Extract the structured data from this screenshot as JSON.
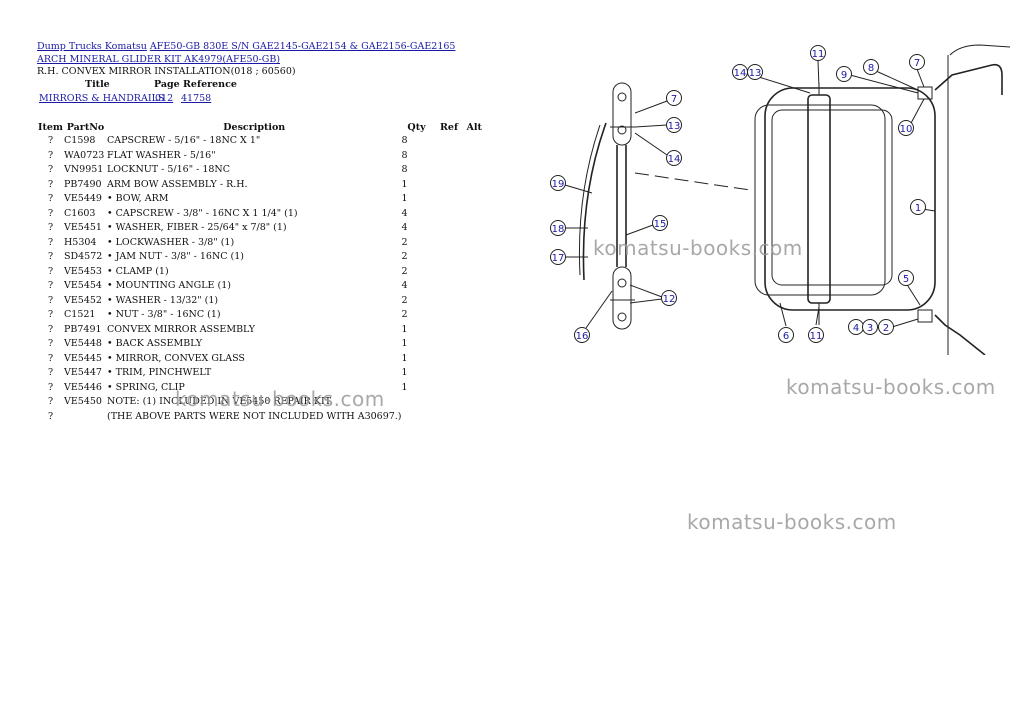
{
  "breadcrumb": {
    "root": "Dump Trucks Komatsu",
    "model": "AFE50-GB 830E S/N GAE2145-GAE2154 & GAE2156-GAE2165 ARCH MINERAL GLIDER KIT AK4979(AFE50-GB)"
  },
  "subtitle": "R.H. CONVEX MIRROR INSTALLATION(018 ; 60560)",
  "reference": {
    "title_header": "Title",
    "page_ref_header": "Page Reference",
    "title": "MIRRORS & HANDRAILS",
    "page": "012",
    "ref": "41758"
  },
  "table": {
    "headers": {
      "item": "Item",
      "part": "PartNo",
      "desc": "Description",
      "qty": "Qty",
      "ref": "Ref",
      "alt": "Alt"
    },
    "rows": [
      {
        "item": "?",
        "part": "C1598",
        "desc": "CAPSCREW - 5/16\" - 18NC X 1\"",
        "qty": "8"
      },
      {
        "item": "?",
        "part": "WA0723",
        "desc": "FLAT WASHER - 5/16\"",
        "qty": "8"
      },
      {
        "item": "?",
        "part": "VN9951",
        "desc": "LOCKNUT - 5/16\" - 18NC",
        "qty": "8"
      },
      {
        "item": "?",
        "part": "PB7490",
        "desc": "ARM BOW ASSEMBLY - R.H.",
        "qty": "1"
      },
      {
        "item": "?",
        "part": "VE5449",
        "desc": "• BOW, ARM",
        "qty": "1"
      },
      {
        "item": "?",
        "part": "C1603",
        "desc": "• CAPSCREW - 3/8\" - 16NC X 1 1/4\" (1)",
        "qty": "4"
      },
      {
        "item": "?",
        "part": "VE5451",
        "desc": "• WASHER, FIBER - 25/64\" x 7/8\" (1)",
        "qty": "4"
      },
      {
        "item": "?",
        "part": "H5304",
        "desc": "• LOCKWASHER - 3/8\" (1)",
        "qty": "2"
      },
      {
        "item": "?",
        "part": "SD4572",
        "desc": "• JAM NUT - 3/8\" - 16NC (1)",
        "qty": "2"
      },
      {
        "item": "?",
        "part": "VE5453",
        "desc": "• CLAMP (1)",
        "qty": "2"
      },
      {
        "item": "?",
        "part": "VE5454",
        "desc": "• MOUNTING ANGLE (1)",
        "qty": "4"
      },
      {
        "item": "?",
        "part": "VE5452",
        "desc": "• WASHER - 13/32\" (1)",
        "qty": "2"
      },
      {
        "item": "?",
        "part": "C1521",
        "desc": "• NUT - 3/8\" - 16NC (1)",
        "qty": "2"
      },
      {
        "item": "?",
        "part": "PB7491",
        "desc": "CONVEX MIRROR ASSEMBLY",
        "qty": "1"
      },
      {
        "item": "?",
        "part": "VE5448",
        "desc": "• BACK ASSEMBLY",
        "qty": "1"
      },
      {
        "item": "?",
        "part": "VE5445",
        "desc": "• MIRROR, CONVEX GLASS",
        "qty": "1"
      },
      {
        "item": "?",
        "part": "VE5447",
        "desc": "• TRIM, PINCHWELT",
        "qty": "1"
      },
      {
        "item": "?",
        "part": "VE5446",
        "desc": "• SPRING, CLIP",
        "qty": "1"
      },
      {
        "item": "?",
        "part": "VE5450",
        "desc": "NOTE: (1) INCLUDED IN VE5450 REPAIR KIT.",
        "qty": ""
      },
      {
        "item": "?",
        "part": "",
        "desc": "(THE ABOVE PARTS WERE NOT INCLUDED WITH A30697.)",
        "qty": ""
      }
    ]
  },
  "watermark": "komatsu-books.com",
  "callouts": [
    "11",
    "14",
    "13",
    "7",
    "9",
    "8",
    "7",
    "13",
    "10",
    "14",
    "19",
    "1",
    "15",
    "18",
    "17",
    "5",
    "12",
    "16",
    "6",
    "11",
    "4",
    "3",
    "2"
  ],
  "colors": {
    "link": "#1a1aa6",
    "watermark": "#9a9a9a"
  }
}
